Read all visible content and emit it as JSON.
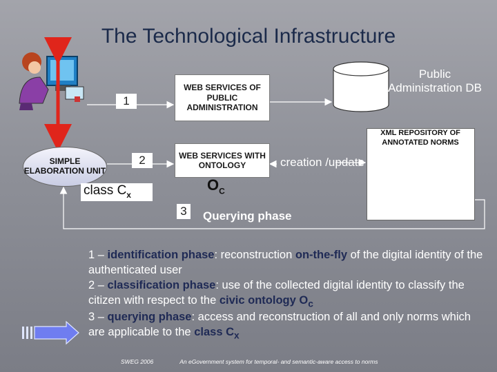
{
  "title": "The Technological Infrastructure",
  "nodes": {
    "ws_public_admin": "WEB SERVICES OF PUBLIC ADMINISTRATION",
    "ws_ontology": "WEB SERVICES WITH ONTOLOGY",
    "simple_unit": "SIMPLE ELABORATION UNIT",
    "public_admin_db": "Public Administration DB",
    "xml_repository": "XML REPOSITORY OF ANNOTATED NORMS",
    "creation_update": "creation /update",
    "querying_phase": "Querying phase",
    "class_cx_prefix": "class C",
    "class_cx_sub": "x",
    "oc_main": "O",
    "oc_sub": "C"
  },
  "step_numbers": [
    "1",
    "2",
    "3"
  ],
  "body": {
    "line1_prefix": "1 – ",
    "line1_hl": "identification phase",
    "line1_mid": ": reconstruction ",
    "line1_hl2": "on-the-fly",
    "line1_rest": " of the digital identity of the authenticated user",
    "line2_prefix": "2 – ",
    "line2_hl": "classification phase",
    "line2_mid": ": use of the collected digital identity to classify the citizen with respect to the ",
    "line2_hl2": "civic ontology O",
    "line2_hl2_sub": "c",
    "line3_prefix": "3 – ",
    "line3_hl": "querying phase",
    "line3_mid": ": access and reconstruction of all and only norms which are applicable to the ",
    "line3_hl2": "class C",
    "line3_hl2_sub": "x"
  },
  "footer": {
    "left": "SWEG 2006",
    "right": "An eGovernment system for temporal- and semantic-aware access to norms"
  },
  "icons": [
    "user-at-computer-icon",
    "database-icon",
    "arrow-icon"
  ],
  "colors": {
    "background": "#8e9098",
    "title": "#1b2a4a",
    "highlight": "#1f2a55",
    "arrow_red": "#e0251b"
  }
}
